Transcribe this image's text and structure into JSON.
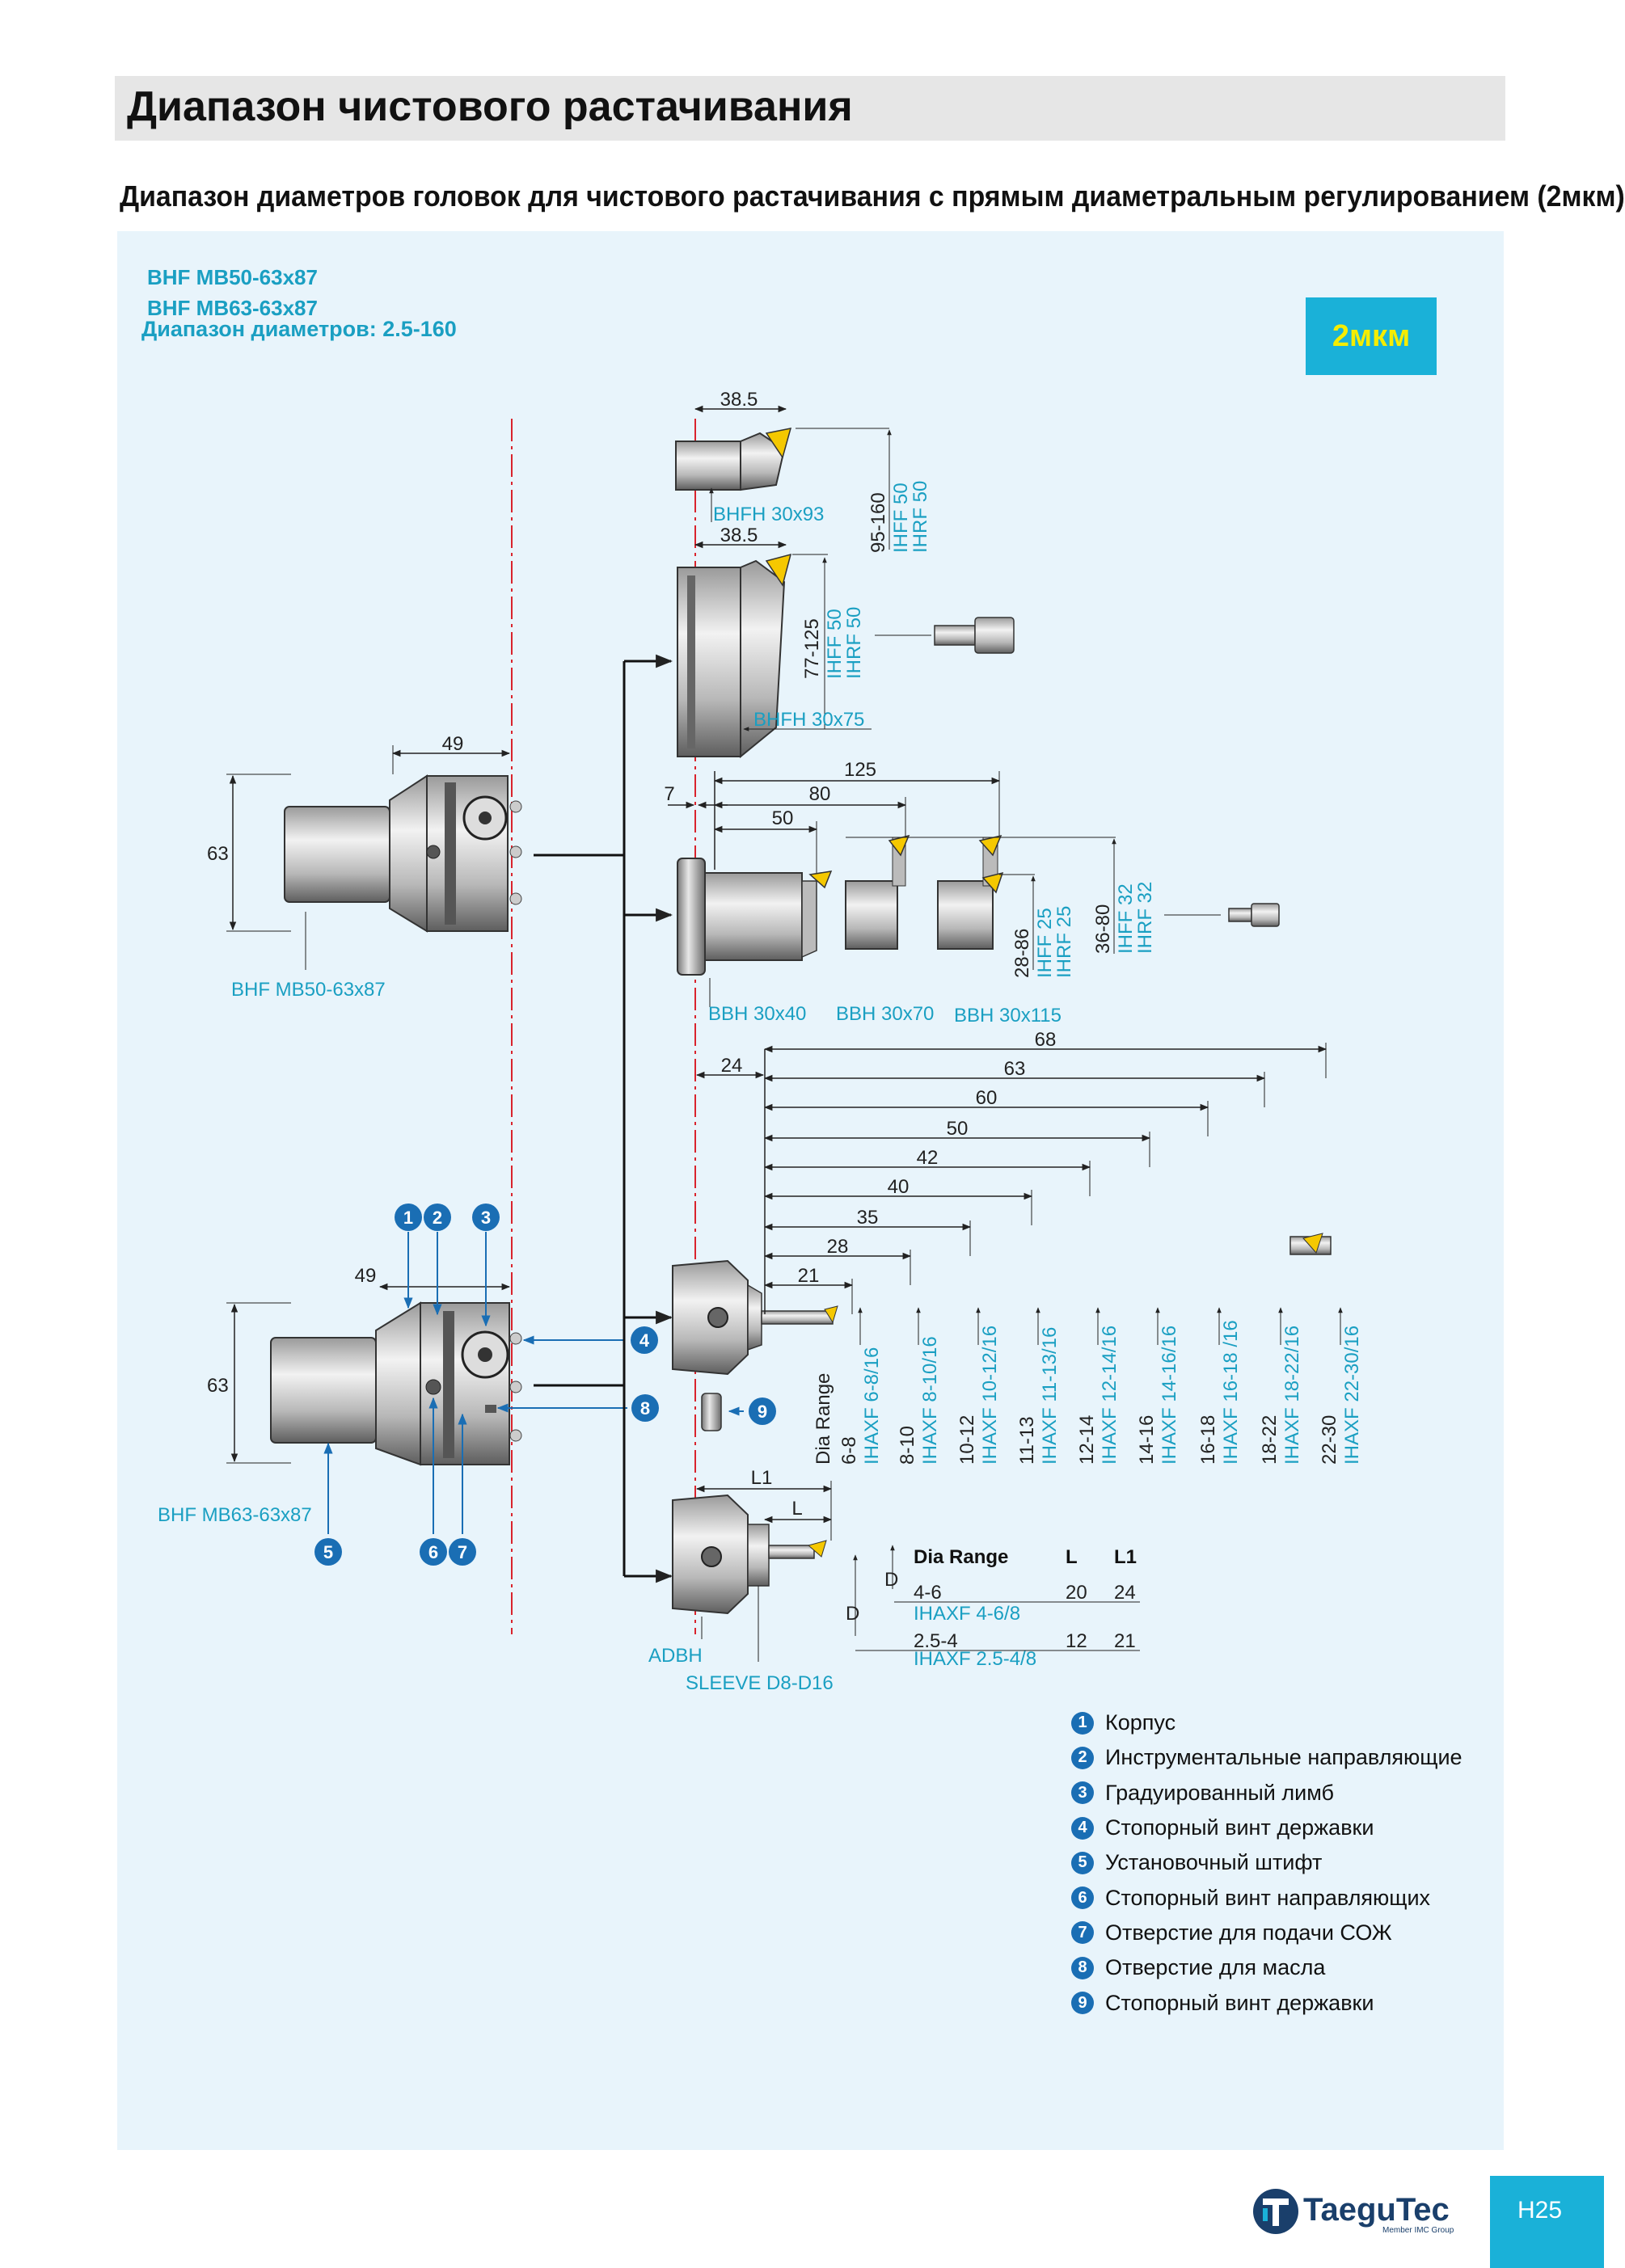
{
  "page_title": "Диапазон чистового растачивания",
  "subtitle": "Диапазон диаметров головок для чистового растачивания с прямым диаметральным регулированием (2мкм)",
  "models": [
    "BHF MB50-63x87",
    "BHF MB63-63x87"
  ],
  "diameter_range": "Диапазон диаметров:  2.5-160",
  "badge": "2мкм",
  "holder_labels": {
    "mb50": "BHF MB50-63x87",
    "mb63": "BHF MB63-63x87"
  },
  "holder_dims": {
    "length": "49",
    "diameter": "63"
  },
  "bhfh": {
    "h93": {
      "name": "BHFH 30x93",
      "dim": "38.5",
      "range": "95-160",
      "inserts": [
        "IHFF 50",
        "IHRF 50"
      ]
    },
    "h75": {
      "name": "BHFH 30x75",
      "dim": "38.5",
      "range": "77-125",
      "inserts": [
        "IHFF 50",
        "IHRF 50"
      ]
    }
  },
  "bbh": {
    "names": [
      "BBH 30x40",
      "BBH 30x70",
      "BBH 30x115"
    ],
    "dims": [
      "7",
      "50",
      "80",
      "125"
    ],
    "range_a": "28-86",
    "inserts_a": [
      "IHFF 25",
      "IHRF 25"
    ],
    "range_b": "36-80",
    "inserts_b": [
      "IHFF 32",
      "IHRF 32"
    ]
  },
  "ihaxf": {
    "offset": "24",
    "dims": [
      "68",
      "63",
      "60",
      "50",
      "42",
      "40",
      "35",
      "28",
      "21"
    ],
    "header": "Dia Range",
    "ranges": [
      "6-8",
      "8-10",
      "10-12",
      "11-13",
      "12-14",
      "14-16",
      "16-18",
      "18-22",
      "22-30"
    ],
    "inserts": [
      "IHAXF 6-8/16",
      "IHAXF 8-10/16",
      "IHAXF 10-12/16",
      "IHAXF 11-13/16",
      "IHAXF 12-14/16",
      "IHAXF 14-16/16",
      "IHAXF 16-18 /16",
      "IHAXF 18-22/16",
      "IHAXF 22-30/16"
    ]
  },
  "adbh": {
    "name": "ADBH",
    "sleeve": "SLEEVE D8-D16",
    "l1": "L1",
    "l": "L",
    "d": "D",
    "table_header": [
      "Dia Range",
      "L",
      "L1"
    ],
    "rows": [
      {
        "range": "4-6",
        "l": "20",
        "l1": "24",
        "insert": "IHAXF 4-6/8"
      },
      {
        "range": "2.5-4",
        "l": "12",
        "l1": "21",
        "insert": "IHAXF 2.5-4/8"
      }
    ]
  },
  "callout_numbers": [
    "1",
    "2",
    "3",
    "4",
    "5",
    "6",
    "7",
    "8",
    "9"
  ],
  "legend": [
    {
      "num": "1",
      "text": "Корпус"
    },
    {
      "num": "2",
      "text": "Инструментальные направляющие"
    },
    {
      "num": "3",
      "text": "Градуированный лимб"
    },
    {
      "num": "4",
      "text": "Стопорный винт державки"
    },
    {
      "num": "5",
      "text": "Установочный штифт"
    },
    {
      "num": "6",
      "text": "Стопорный винт направляющих"
    },
    {
      "num": "7",
      "text": "Отверстие для подачи СОЖ"
    },
    {
      "num": "8",
      "text": "Отверстие для масла"
    },
    {
      "num": "9",
      "text": "Стопорный винт державки"
    }
  ],
  "logo": {
    "name": "TaeguTec",
    "tagline": "Member IMC Group"
  },
  "page_number": "H25",
  "colors": {
    "accent": "#1ab1d8",
    "label": "#1a9fc2",
    "callout": "#1a6eb4",
    "centerline": "#d9232d",
    "panel": "#e8f4fb"
  }
}
